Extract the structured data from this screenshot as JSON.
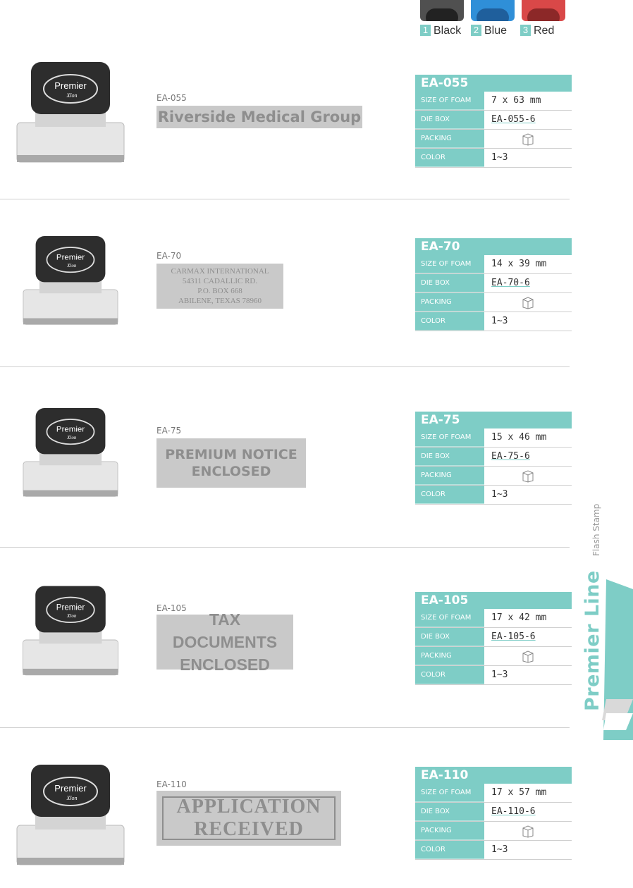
{
  "colors": {
    "accent": "#7ecdc6",
    "sample_bg": "#c9c9c9",
    "sample_text": "#8e8e8e",
    "swatch_black": "#505050",
    "swatch_blue": "#2f8fd8",
    "swatch_red": "#d94848"
  },
  "color_options": [
    {
      "num": "1",
      "label": "Black"
    },
    {
      "num": "2",
      "label": "Blue"
    },
    {
      "num": "3",
      "label": "Red"
    }
  ],
  "side": {
    "caption": "Flash Stamp",
    "title": "Premier Line"
  },
  "spec_labels": {
    "size": "SIZE OF FOAM",
    "die_box": "DIE BOX",
    "packing": "PACKING",
    "color": "COLOR"
  },
  "stamp_brand": "Premier",
  "stamp_brand_sub": "Xlon",
  "products": [
    {
      "model": "EA-055",
      "sample_lines": [
        "Riverside Medical Group"
      ],
      "size": "7 x 63 mm",
      "die_box": "EA-055-6",
      "color": "1~3",
      "packing_icon": "box-icon"
    },
    {
      "model": "EA-70",
      "sample_lines": [
        "CARMAX INTERNATIONAL",
        "54311 CADALLIC RD.",
        "P.O. BOX 668",
        "ABILENE, TEXAS 78960"
      ],
      "size": "14 x 39 mm",
      "die_box": "EA-70-6",
      "color": "1~3",
      "packing_icon": "box-icon"
    },
    {
      "model": "EA-75",
      "sample_lines": [
        "PREMIUM NOTICE",
        "ENCLOSED"
      ],
      "size": "15 x 46 mm",
      "die_box": "EA-75-6",
      "color": "1~3",
      "packing_icon": "box-icon"
    },
    {
      "model": "EA-105",
      "sample_lines": [
        "TAX DOCUMENTS",
        "ENCLOSED"
      ],
      "size": "17 x 42 mm",
      "die_box": "EA-105-6",
      "color": "1~3",
      "packing_icon": "box-icon"
    },
    {
      "model": "EA-110",
      "sample_lines": [
        "APPLICATION",
        "RECEIVED"
      ],
      "size": "17 x 57 mm",
      "die_box": "EA-110-6",
      "color": "1~3",
      "packing_icon": "box-icon"
    }
  ]
}
